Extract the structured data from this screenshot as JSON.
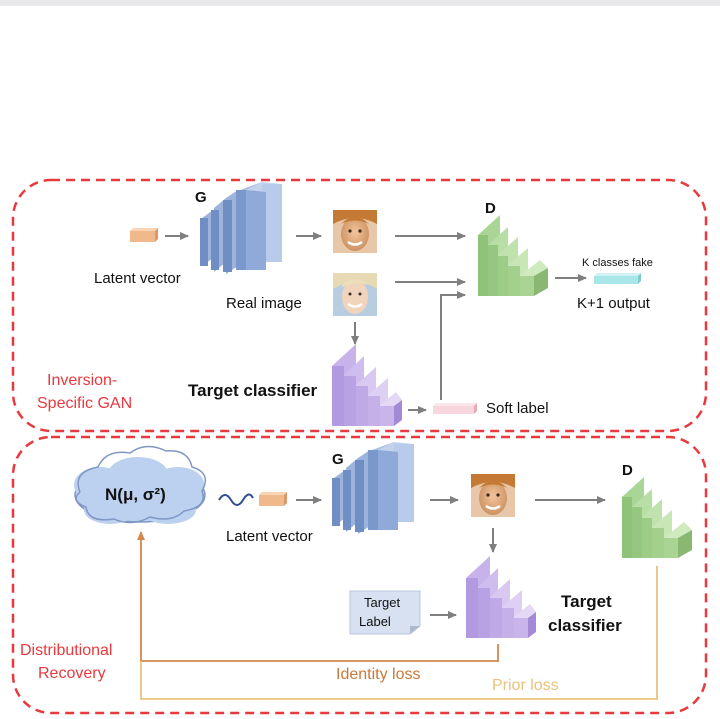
{
  "panel_top": {
    "section_label": [
      "Inversion-",
      "Specific GAN"
    ],
    "generator_label": "G",
    "discriminator_label": "D",
    "latent_label": "Latent vector",
    "real_image_label": "Real image",
    "classifier_label": "Target classifier",
    "soft_label": "Soft label",
    "output_small": "K classes fake",
    "output_label": "K+1 output"
  },
  "panel_bottom": {
    "section_label": [
      "Distributional",
      "Recovery"
    ],
    "distribution_label": "N(μ, σ²)",
    "latent_label": "Latent vector",
    "generator_label": "G",
    "discriminator_label": "D",
    "target_label_box": [
      "Target",
      "Label"
    ],
    "classifier_label": [
      "Target",
      "classifier"
    ],
    "identity_loss": "Identity loss",
    "prior_loss": "Prior loss"
  },
  "colors": {
    "dashed_border": "#e8393e",
    "section_text": "#e8393e",
    "generator_blue": "#7f9ccc",
    "discriminator_green": "#9fd08a",
    "classifier_purple": "#b9a2e0",
    "latent_orange": "#f0b98c",
    "output_cyan": "#a8e6ea",
    "soft_label_pink": "#f7d6de",
    "cloud_blue": "#bcd0ef",
    "identity_loss": "#c9783a",
    "prior_loss": "#e9c27b",
    "arrow_gray": "#7f7f7f"
  },
  "icons": [
    "face-thumbnail",
    "wave-noise-icon",
    "cloud-shape"
  ]
}
